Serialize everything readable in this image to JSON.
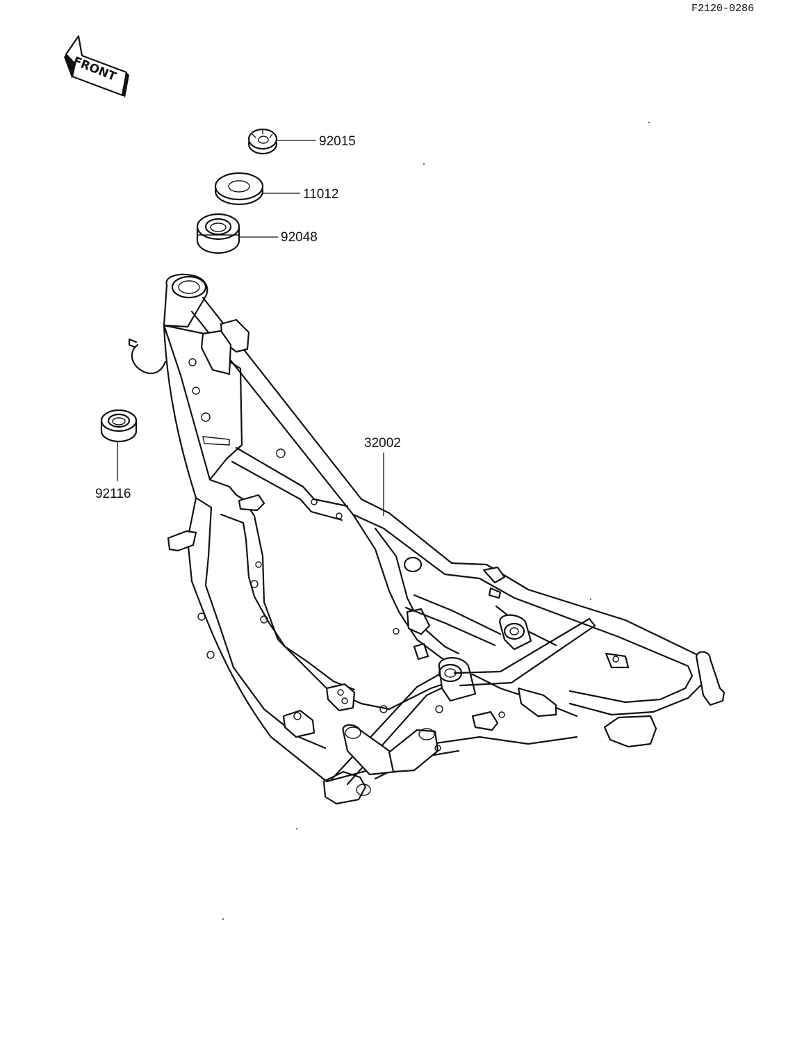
{
  "diagram_code": "F2120-0286",
  "front_badge": "FRONT",
  "parts": [
    {
      "id": "nut",
      "number": "92015"
    },
    {
      "id": "washer",
      "number": "11012"
    },
    {
      "id": "seal-upper",
      "number": "92048"
    },
    {
      "id": "frame",
      "number": "32002"
    },
    {
      "id": "seal-lower",
      "number": "92116"
    }
  ]
}
